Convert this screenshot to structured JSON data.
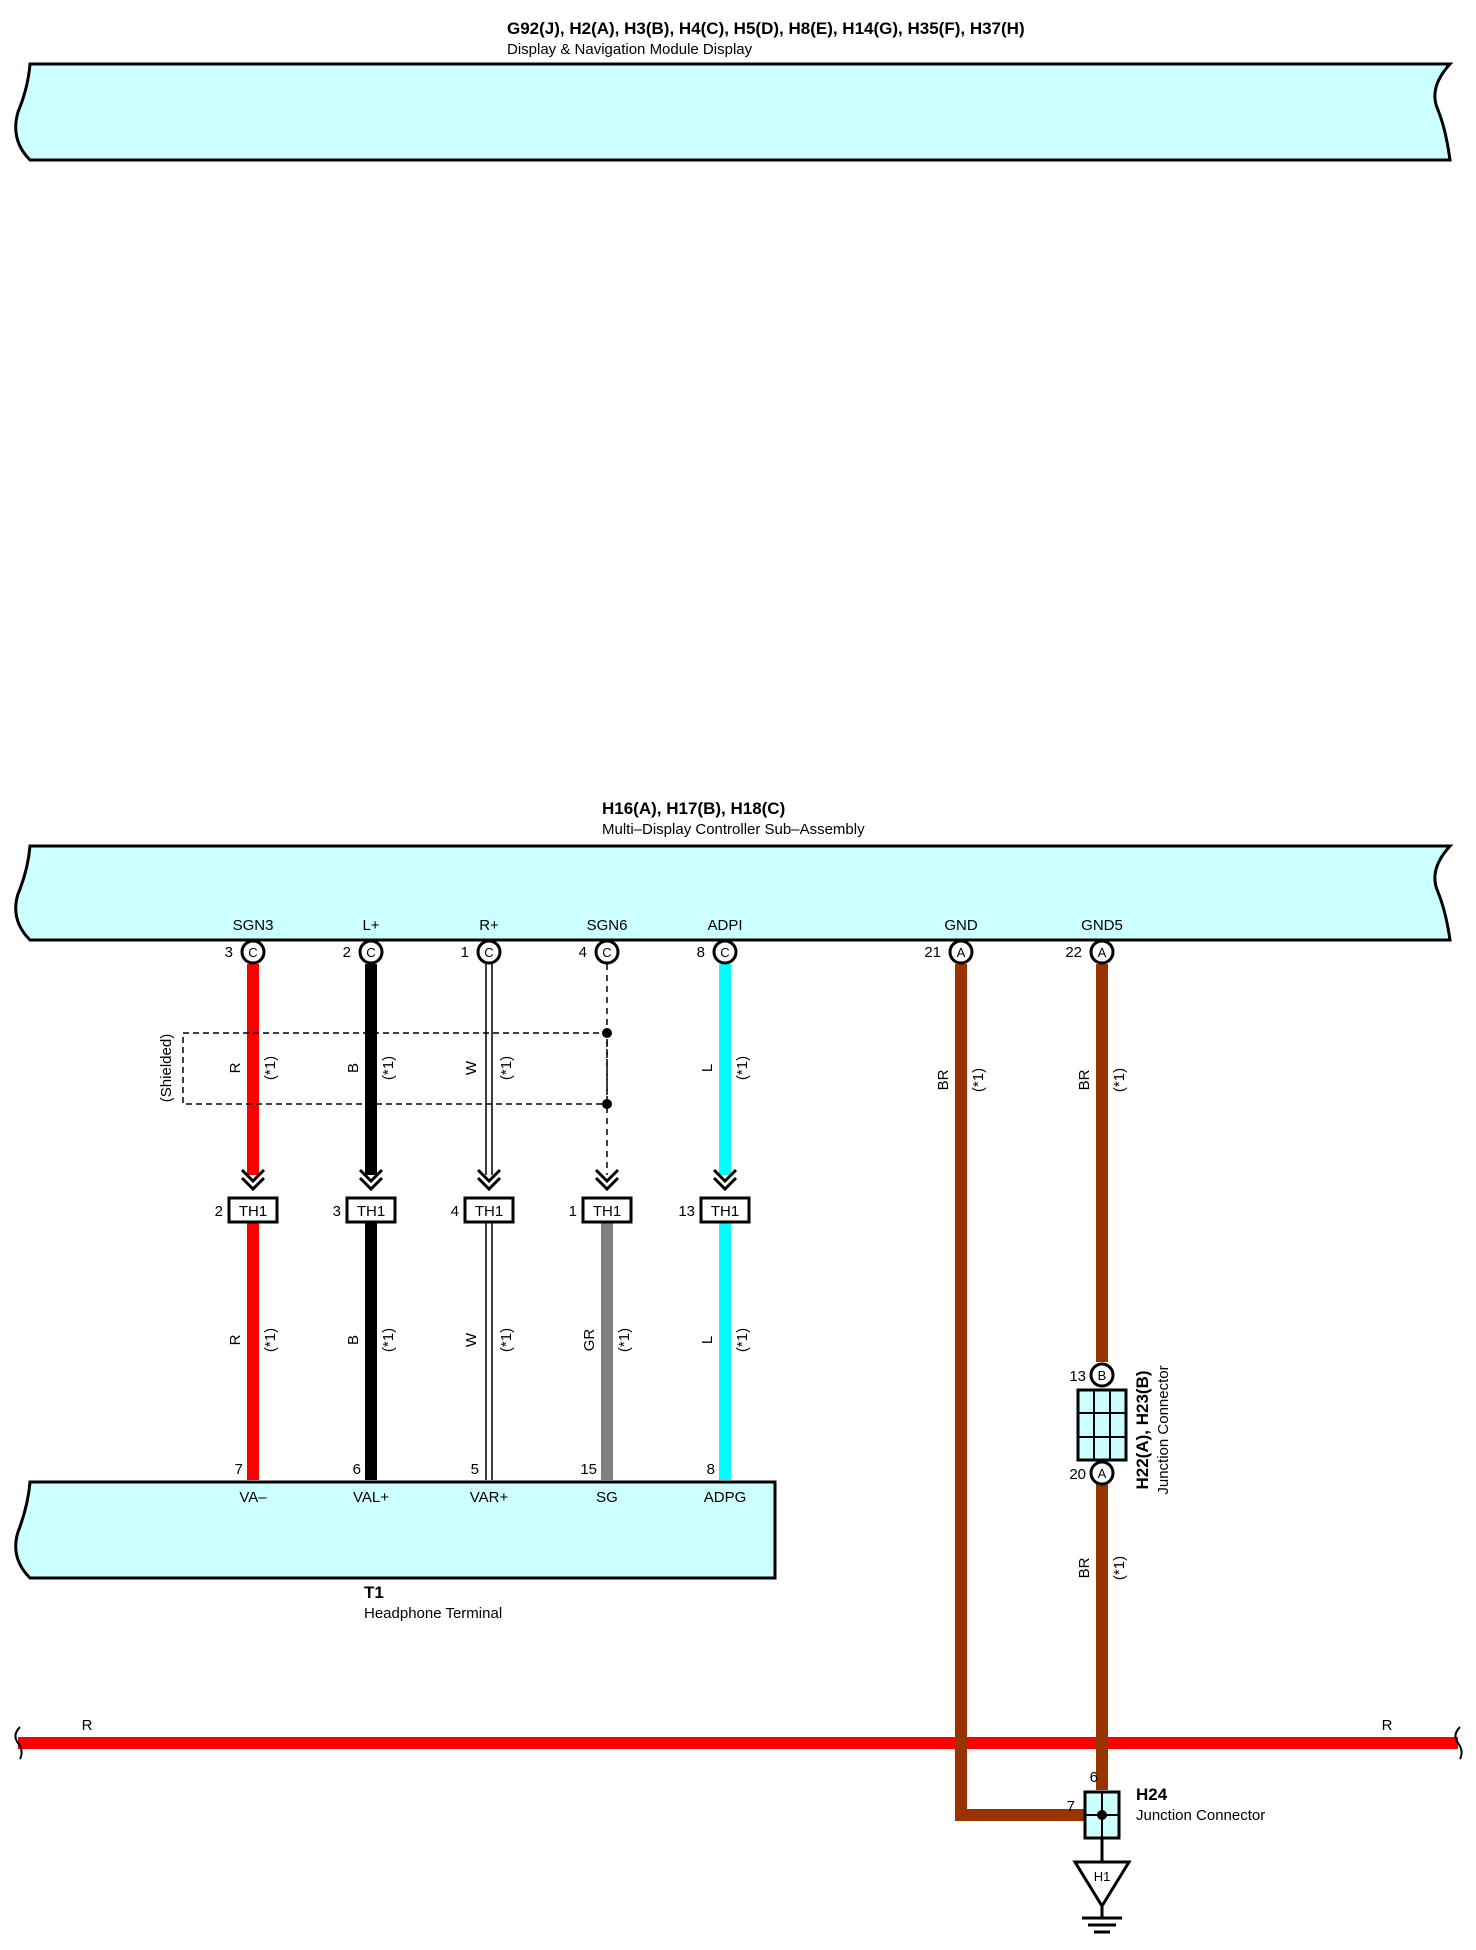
{
  "top_module": {
    "code": "G92(J), H2(A), H3(B), H4(C), H5(D), H8(E), H14(G), H35(F), H37(H)",
    "name": "Display & Navigation Module Display",
    "fill_color": "#ccffff"
  },
  "controller": {
    "code": "H16(A), H17(B), H18(C)",
    "name": "Multi–Display Controller Sub–Assembly",
    "pins": [
      {
        "signal": "SGN3",
        "num": "3",
        "conn": "C"
      },
      {
        "signal": "L+",
        "num": "2",
        "conn": "C"
      },
      {
        "signal": "R+",
        "num": "1",
        "conn": "C"
      },
      {
        "signal": "SGN6",
        "num": "4",
        "conn": "C"
      },
      {
        "signal": "ADPI",
        "num": "8",
        "conn": "C"
      },
      {
        "signal": "GND",
        "num": "21",
        "conn": "A"
      },
      {
        "signal": "GND5",
        "num": "22",
        "conn": "A"
      }
    ]
  },
  "shield": {
    "label": "(Shielded)"
  },
  "wires_upper": [
    {
      "color_code": "R",
      "note": "(*1)",
      "hex": "#ff0000"
    },
    {
      "color_code": "B",
      "note": "(*1)",
      "hex": "#000000"
    },
    {
      "color_code": "W",
      "note": "(*1)",
      "hex": "#ffffff"
    },
    {
      "color_code": "",
      "note": "",
      "hex": "#000000"
    },
    {
      "color_code": "L",
      "note": "(*1)",
      "hex": "#00ffff"
    },
    {
      "color_code": "BR",
      "note": "(*1)",
      "hex": "#993300"
    },
    {
      "color_code": "BR",
      "note": "(*1)",
      "hex": "#993300"
    }
  ],
  "th1": {
    "label": "TH1",
    "pins": [
      "2",
      "3",
      "4",
      "1",
      "13"
    ]
  },
  "wires_lower": [
    {
      "color_code": "R",
      "note": "(*1)",
      "hex": "#ff0000"
    },
    {
      "color_code": "B",
      "note": "(*1)",
      "hex": "#000000"
    },
    {
      "color_code": "W",
      "note": "(*1)",
      "hex": "#ffffff"
    },
    {
      "color_code": "GR",
      "note": "(*1)",
      "hex": "#808080"
    },
    {
      "color_code": "L",
      "note": "(*1)",
      "hex": "#00ffff"
    }
  ],
  "headphone": {
    "code": "T1",
    "name": "Headphone Terminal",
    "pins": [
      {
        "signal": "VA–",
        "num": "7"
      },
      {
        "signal": "VAL+",
        "num": "6"
      },
      {
        "signal": "VAR+",
        "num": "5"
      },
      {
        "signal": "SG",
        "num": "15"
      },
      {
        "signal": "ADPG",
        "num": "8"
      }
    ]
  },
  "junction_h22": {
    "code": "H22(A), H23(B)",
    "name": "Junction Connector",
    "top_pin": {
      "num": "13",
      "conn": "B"
    },
    "bottom_pin": {
      "num": "20",
      "conn": "A"
    },
    "wire_below": {
      "color_code": "BR",
      "note": "(*1)"
    }
  },
  "red_bus": {
    "left_label": "R",
    "right_label": "R",
    "hex": "#ff0000"
  },
  "junction_h24": {
    "code": "H24",
    "name": "Junction Connector",
    "pin_top": "6",
    "pin_left": "7"
  },
  "ground": {
    "label": "H1"
  }
}
